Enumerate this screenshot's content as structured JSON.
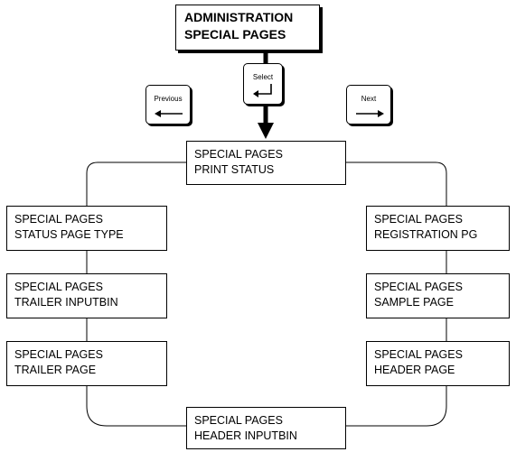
{
  "header": {
    "line1": "ADMINISTRATION",
    "line2": "SPECIAL PAGES"
  },
  "keys": {
    "previous": "Previous",
    "select": "Select",
    "next": "Next"
  },
  "boxes": {
    "print_status": {
      "line1": "SPECIAL PAGES",
      "line2": "PRINT STATUS"
    },
    "status_page_type": {
      "line1": "SPECIAL PAGES",
      "line2": "STATUS PAGE TYPE"
    },
    "trailer_inputbin": {
      "line1": "SPECIAL PAGES",
      "line2": "TRAILER INPUTBIN"
    },
    "trailer_page": {
      "line1": "SPECIAL PAGES",
      "line2": "TRAILER PAGE"
    },
    "header_inputbin": {
      "line1": "SPECIAL PAGES",
      "line2": "HEADER INPUTBIN"
    },
    "registration_pg": {
      "line1": "SPECIAL PAGES",
      "line2": "REGISTRATION PG"
    },
    "sample_page": {
      "line1": "SPECIAL PAGES",
      "line2": "SAMPLE PAGE"
    },
    "header_page": {
      "line1": "SPECIAL PAGES",
      "line2": "HEADER PAGE"
    }
  }
}
